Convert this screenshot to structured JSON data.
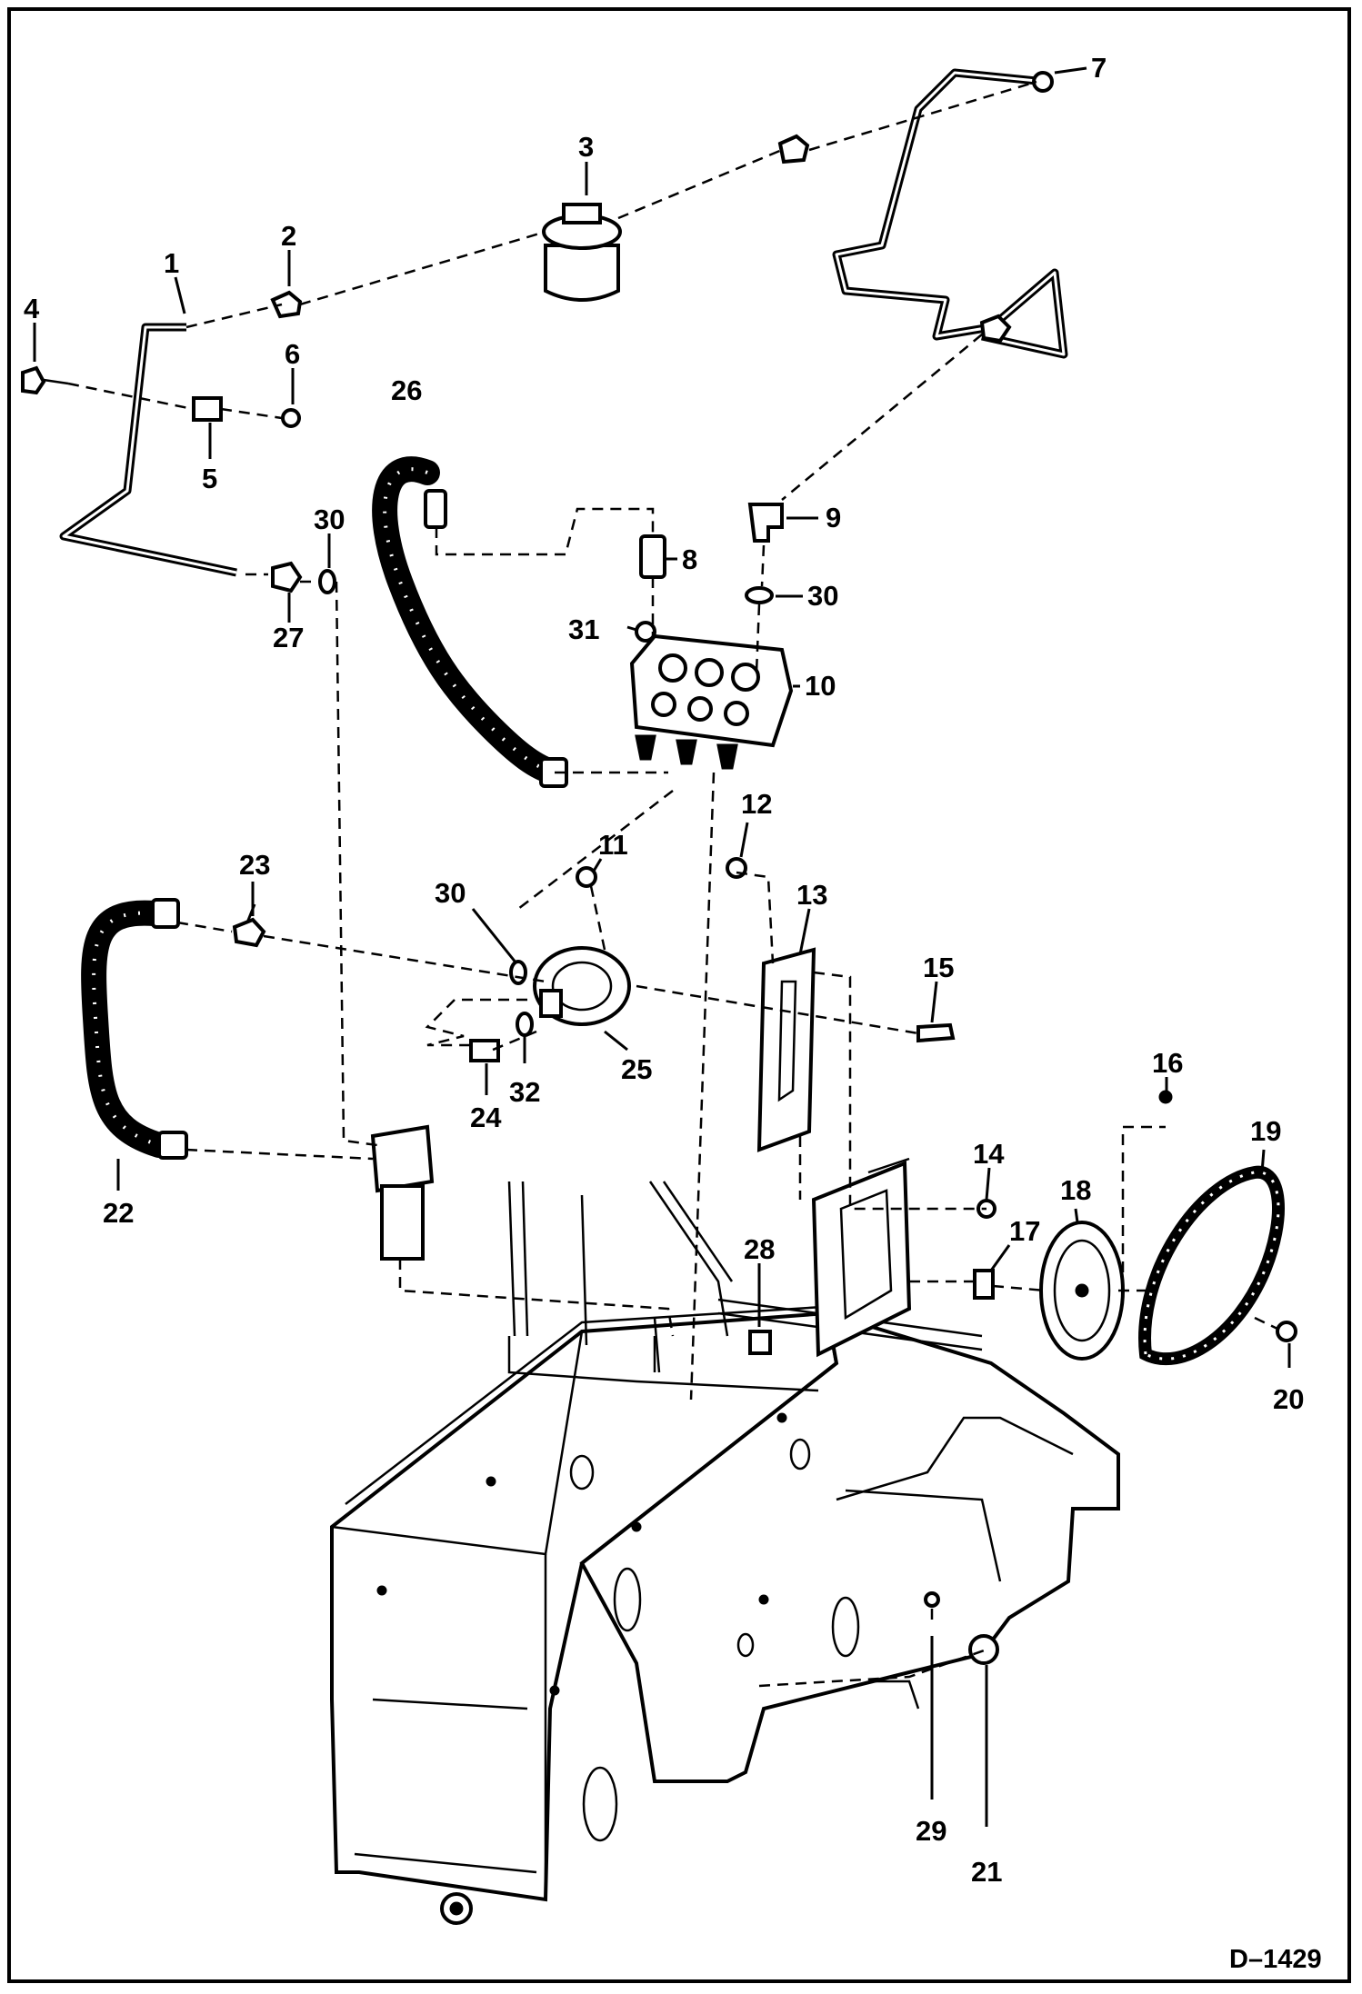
{
  "diagram": {
    "figure_id": "D–1429",
    "callouts": [
      {
        "id": "c1",
        "text": "1"
      },
      {
        "id": "c2",
        "text": "2"
      },
      {
        "id": "c3",
        "text": "3"
      },
      {
        "id": "c4",
        "text": "4"
      },
      {
        "id": "c5",
        "text": "5"
      },
      {
        "id": "c6",
        "text": "6"
      },
      {
        "id": "c7",
        "text": "7"
      },
      {
        "id": "c8",
        "text": "8"
      },
      {
        "id": "c9",
        "text": "9"
      },
      {
        "id": "c10",
        "text": "10"
      },
      {
        "id": "c11",
        "text": "11"
      },
      {
        "id": "c12",
        "text": "12"
      },
      {
        "id": "c13",
        "text": "13"
      },
      {
        "id": "c14",
        "text": "14"
      },
      {
        "id": "c15",
        "text": "15"
      },
      {
        "id": "c16",
        "text": "16"
      },
      {
        "id": "c17",
        "text": "17"
      },
      {
        "id": "c18",
        "text": "18"
      },
      {
        "id": "c19",
        "text": "19"
      },
      {
        "id": "c20",
        "text": "20"
      },
      {
        "id": "c21",
        "text": "21"
      },
      {
        "id": "c22",
        "text": "22"
      },
      {
        "id": "c23",
        "text": "23"
      },
      {
        "id": "c24",
        "text": "24"
      },
      {
        "id": "c25",
        "text": "25"
      },
      {
        "id": "c26",
        "text": "26"
      },
      {
        "id": "c27",
        "text": "27"
      },
      {
        "id": "c28",
        "text": "28"
      },
      {
        "id": "c29",
        "text": "29"
      },
      {
        "id": "c30a",
        "text": "30"
      },
      {
        "id": "c30b",
        "text": "30"
      },
      {
        "id": "c30c",
        "text": "30"
      },
      {
        "id": "c31",
        "text": "31"
      },
      {
        "id": "c32",
        "text": "32"
      }
    ]
  }
}
